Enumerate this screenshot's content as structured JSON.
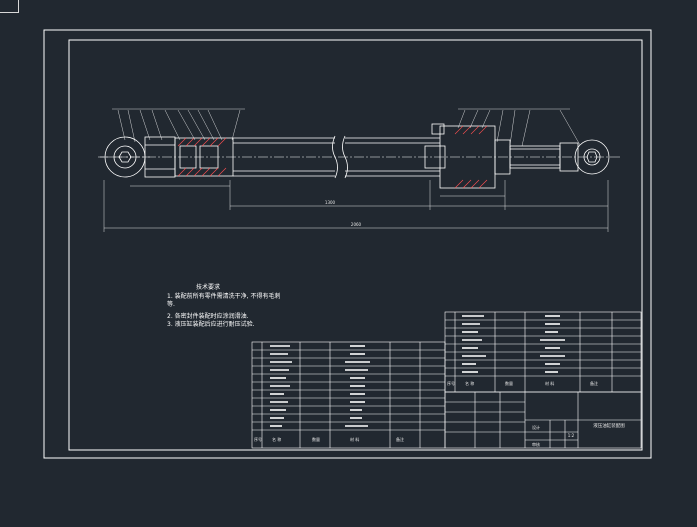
{
  "viewer": {
    "title": "液压油缸装配图"
  },
  "drawing": {
    "title_block": {
      "drawing_name": "液压油缸装配图",
      "scale": "1:2"
    },
    "tech_requirements": {
      "heading": "技术要求",
      "lines": [
        "1. 装配前所有零件需清洗干净, 不得有毛刺",
        "等.",
        "2. 各密封件装配时应涂润滑油.",
        "3. 液压缸装配后应进行耐压试验."
      ]
    },
    "bom_header": {
      "seq": "序号",
      "name": "名 称",
      "qty": "数量",
      "material": "材 料",
      "remark": "备注"
    },
    "upper_bom_header": {
      "seq": "序号",
      "name": "名 称",
      "qty": "数量",
      "material": "材 料",
      "remark": "备注"
    },
    "sign_block": {
      "designer": "设计",
      "checker": "审核"
    },
    "dimensions": {
      "stroke": "1300",
      "overall": "2060"
    }
  },
  "colors": {
    "background": "#212830",
    "frame": "#ffffff",
    "geometry": "#ffffff",
    "dimension": "#e0e0e0",
    "cut_hatch": "#ff5050",
    "text": "#ffffff"
  }
}
